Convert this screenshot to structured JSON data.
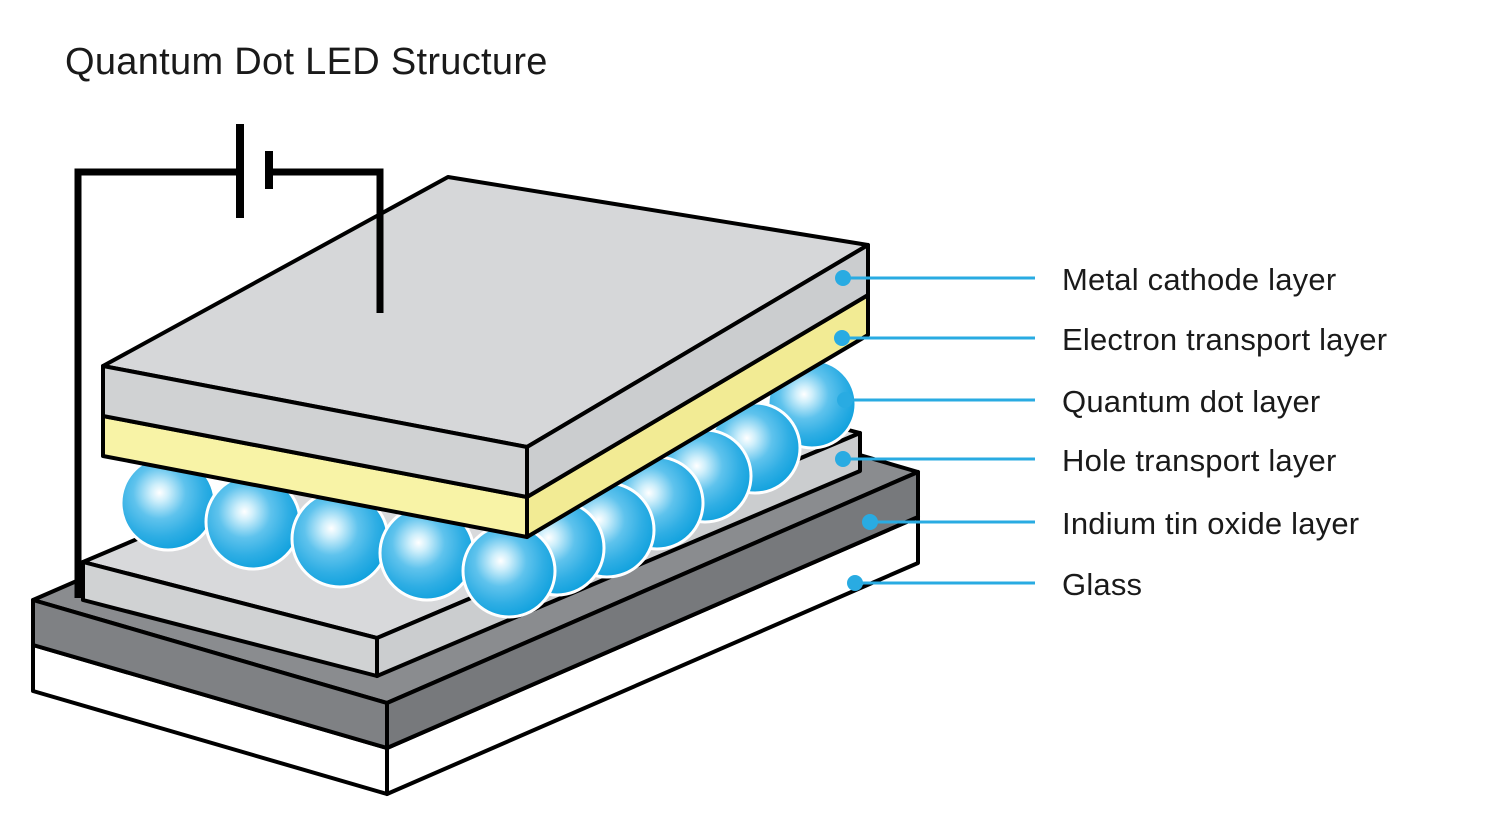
{
  "title": "Quantum Dot LED Structure",
  "diagram_type": "layered-3d-structure-diagram",
  "labels": [
    "Metal cathode layer",
    "Electron transport layer",
    "Quantum dot layer",
    "Hole transport layer",
    "Indium tin oxide layer",
    "Glass"
  ],
  "icons": {
    "battery": "battery-two-bar-symbol",
    "leader_dot": "filled-circle-marker"
  },
  "colors": {
    "accent": "#29ABE2",
    "text": "#1A1A1A",
    "outline": "#000000",
    "background": "#FFFFFF",
    "metal_cathode": "#D6D7D9",
    "electron_transport": "#F7F2A2",
    "quantum_dot": "#29ABE2",
    "hole_transport": "#D8D9DB",
    "indium_tin_oxide": "#8A8C8F",
    "glass": "#FFFFFF"
  }
}
